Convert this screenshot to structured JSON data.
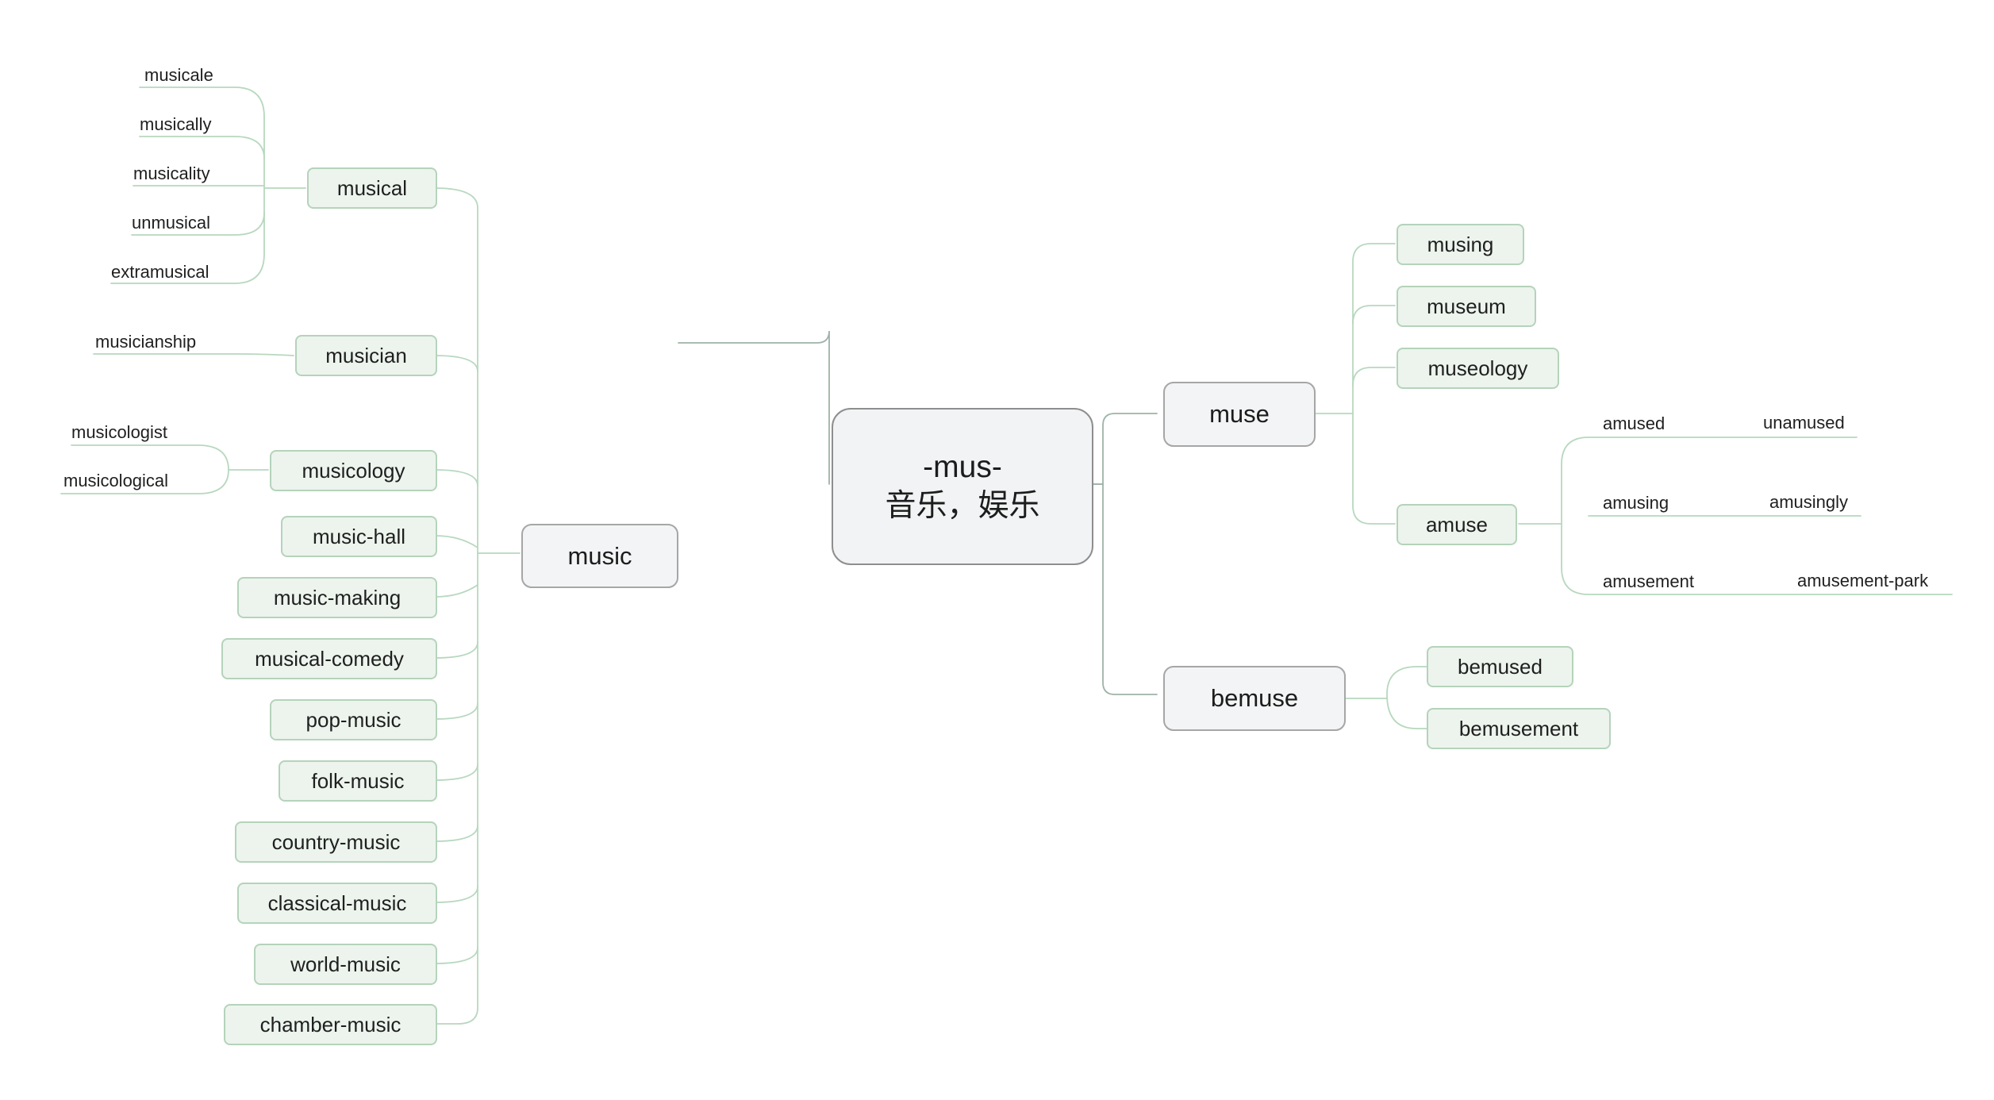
{
  "central": {
    "line1": "-mus-",
    "line2": "音乐，娱乐"
  },
  "music": {
    "label": "music",
    "children": [
      "musical",
      "musician",
      "musicology",
      "music-hall",
      "music-making",
      "musical-comedy",
      "pop-music",
      "folk-music",
      "country-music",
      "classical-music",
      "world-music",
      "chamber-music"
    ],
    "musical_derivatives": [
      "musicale",
      "musically",
      "musicality",
      "unmusical",
      "extramusical"
    ],
    "musician_derivatives": [
      "musicianship"
    ],
    "musicology_derivatives": [
      "musicologist",
      "musicological"
    ]
  },
  "muse": {
    "label": "muse",
    "children": [
      "musing",
      "museum",
      "museology",
      "amuse"
    ],
    "amuse_derivatives": [
      {
        "word": "amused",
        "derived": "unamused"
      },
      {
        "word": "amusing",
        "derived": "amusingly"
      },
      {
        "word": "amusement",
        "derived": "amusement-park"
      }
    ]
  },
  "bemuse": {
    "label": "bemuse",
    "children": [
      "bemused",
      "bemusement"
    ]
  },
  "style": {
    "line_color": "#b7d8bf",
    "line_dark": "#9aa3a0",
    "root_fill": "#f1f3f4",
    "main_fill": "#f2f4f5",
    "sub_fill": "#ecf4ed",
    "sub_border": "#b5d3bb"
  }
}
